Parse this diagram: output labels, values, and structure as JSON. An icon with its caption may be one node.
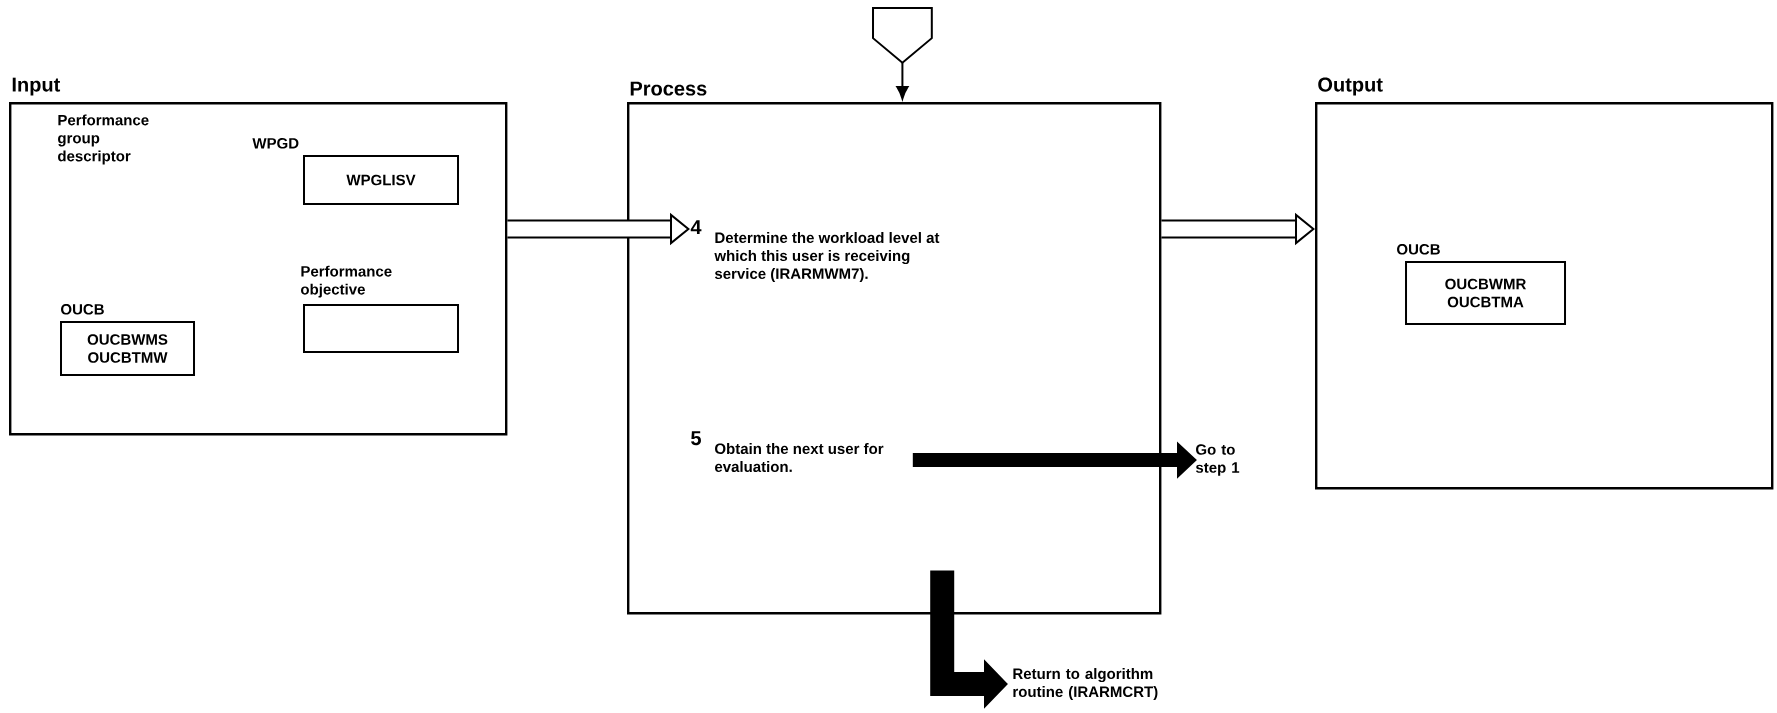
{
  "diagram": {
    "nodes": [
      {
        "text": [
          "Input"
        ]
      },
      {
        "text": [
          "WPGD",
          "WPGLISV"
        ],
        "in": 0
      },
      {
        "text": [
          "Performance objective"
        ],
        "in": 0
      },
      {
        "text": [
          "OUCB",
          "OUCBWMS OUCBTMW"
        ],
        "in": 0
      },
      {
        "text": [
          "Process"
        ]
      },
      {
        "text": [
          "4",
          "Determine the workload level at which this user is receiving service (IRARMWM7)."
        ],
        "in": 4
      },
      {
        "text": [
          "5",
          "Obtain the next user for evaluation."
        ],
        "in": 4
      },
      {
        "text": [
          "Output"
        ]
      },
      {
        "text": [
          "OUCB",
          "OUCBWMR OUCBTMA"
        ],
        "in": 7
      },
      {
        "text": [],
        "shape": "pentagon"
      },
      {
        "text": [
          "Go to step 1"
        ]
      },
      {
        "text": [
          "Return to algorithm routine (IRARMCRT)"
        ]
      }
    ],
    "edges": [
      {
        "from": 0,
        "to": 5,
        "arrow": "to"
      },
      {
        "from": 4,
        "to": 7,
        "arrow": "to"
      },
      {
        "from": 9,
        "to": 4,
        "arrow": "to"
      },
      {
        "from": 6,
        "to": 10,
        "arrow": "to"
      },
      {
        "from": 4,
        "to": 11,
        "arrow": "to"
      }
    ],
    "labels": [
      "Performance group descriptor"
    ]
  }
}
